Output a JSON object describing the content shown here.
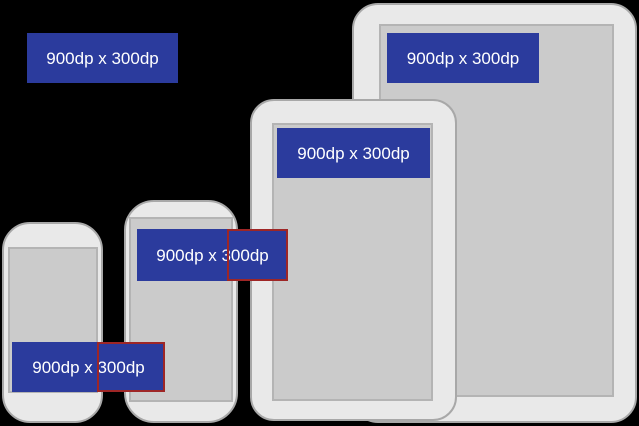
{
  "boxes": {
    "standalone": {
      "label": "900dp x 300dp"
    },
    "large_tablet": {
      "label": "900dp x 300dp"
    },
    "medium_tablet": {
      "label": "900dp x 300dp"
    },
    "medium_phone": {
      "label": "900dp x 300dp"
    },
    "small_phone": {
      "label": "900dp x 300dp"
    }
  },
  "colors": {
    "box_fill": "#2b3b9d",
    "box_text": "#ffffff",
    "overflow_border": "#9e2626",
    "device_body": "#e9e9e9",
    "device_border": "#a8a8a8",
    "screen_fill": "#cbcbcb",
    "screen_border": "#b4b4b4",
    "background": "#000000"
  }
}
